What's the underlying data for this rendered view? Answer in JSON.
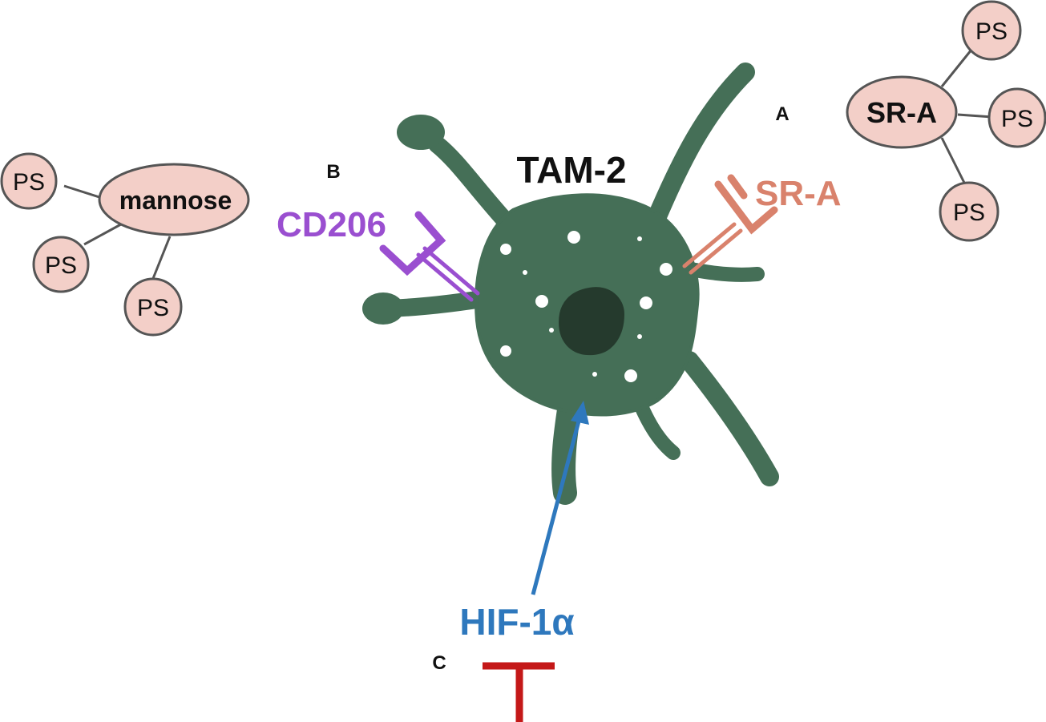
{
  "panel_labels": {
    "a": "A",
    "b": "B",
    "c": "C"
  },
  "cell": {
    "label": "TAM-2",
    "color": "#456f57",
    "nucleus_color": "#253a2d"
  },
  "receptors": {
    "cd206": {
      "label": "CD206",
      "color": "#9a4fd0"
    },
    "sra": {
      "label": "SR-A",
      "color": "#d9826c"
    }
  },
  "mannose_cluster": {
    "hub": "mannose",
    "leaves": [
      "PS",
      "PS",
      "PS"
    ]
  },
  "sra_cluster": {
    "hub": "SR-A",
    "leaves": [
      "PS",
      "PS",
      "PS"
    ]
  },
  "hif": {
    "label": "HIF-1α",
    "color": "#2e78bd"
  },
  "inhibitor": {
    "color": "#c41818"
  },
  "node_fill": "#f3cfc8"
}
